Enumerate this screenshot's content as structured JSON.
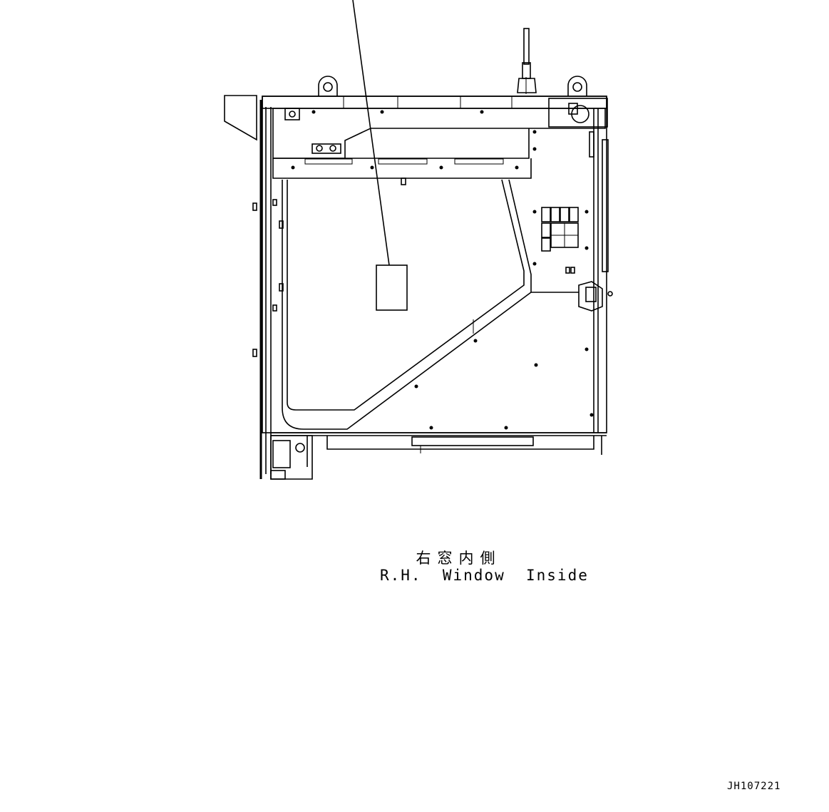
{
  "caption": {
    "japanese": "右窓内側",
    "english": "R.H.  Window  Inside"
  },
  "drawing_number": "JH107221",
  "colors": {
    "line": "#000000",
    "background": "#ffffff"
  }
}
